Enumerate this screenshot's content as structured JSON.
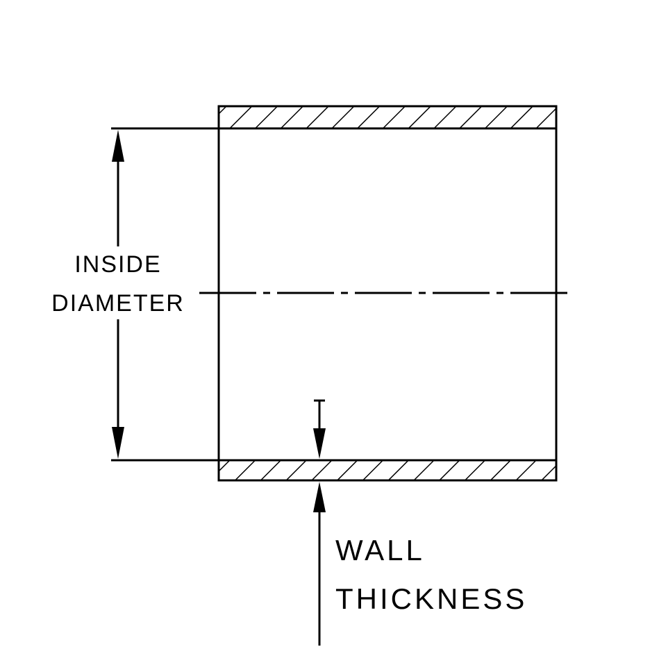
{
  "diagram": {
    "type": "engineering-cross-section",
    "description": "Tube cross-section with inside diameter and wall thickness dimensions",
    "colors": {
      "line": "#000000",
      "background": "#ffffff"
    },
    "labels": {
      "inside_diameter": {
        "line1": "INSIDE",
        "line2": "DIAMETER"
      },
      "wall_thickness": {
        "line1": "WALL",
        "line2": "THICKNESS"
      }
    }
  }
}
